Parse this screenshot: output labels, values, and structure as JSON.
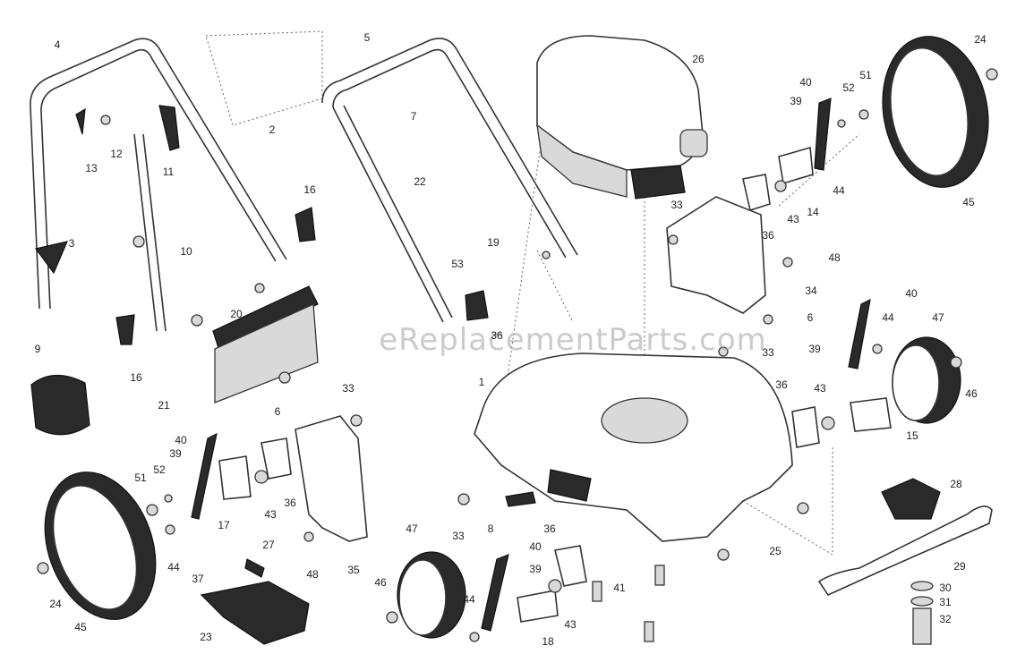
{
  "watermark": "eReplacementParts.com",
  "labels": [
    {
      "id": "l4",
      "text": "4"
    },
    {
      "id": "l2",
      "text": "2"
    },
    {
      "id": "l13",
      "text": "13"
    },
    {
      "id": "l12",
      "text": "12"
    },
    {
      "id": "l11",
      "text": "11"
    },
    {
      "id": "l10",
      "text": "10"
    },
    {
      "id": "l3",
      "text": "3"
    },
    {
      "id": "l16a",
      "text": "16"
    },
    {
      "id": "l16b",
      "text": "16"
    },
    {
      "id": "l20",
      "text": "20"
    },
    {
      "id": "l9",
      "text": "9"
    },
    {
      "id": "l21",
      "text": "21"
    },
    {
      "id": "l6a",
      "text": "6"
    },
    {
      "id": "l5",
      "text": "5"
    },
    {
      "id": "l7",
      "text": "7"
    },
    {
      "id": "l22",
      "text": "22"
    },
    {
      "id": "l19",
      "text": "19"
    },
    {
      "id": "l53",
      "text": "53"
    },
    {
      "id": "l36a",
      "text": "36"
    },
    {
      "id": "l26",
      "text": "26"
    },
    {
      "id": "l24a",
      "text": "24"
    },
    {
      "id": "l40a",
      "text": "40"
    },
    {
      "id": "l51a",
      "text": "51"
    },
    {
      "id": "l52a",
      "text": "52"
    },
    {
      "id": "l39a",
      "text": "39"
    },
    {
      "id": "l45a",
      "text": "45"
    },
    {
      "id": "l44a",
      "text": "44"
    },
    {
      "id": "l14",
      "text": "14"
    },
    {
      "id": "l43a",
      "text": "43"
    },
    {
      "id": "l33a",
      "text": "33"
    },
    {
      "id": "l36b",
      "text": "36"
    },
    {
      "id": "l48a",
      "text": "48"
    },
    {
      "id": "l34",
      "text": "34"
    },
    {
      "id": "l6b",
      "text": "6"
    },
    {
      "id": "l40b",
      "text": "40"
    },
    {
      "id": "l44b",
      "text": "44"
    },
    {
      "id": "l47a",
      "text": "47"
    },
    {
      "id": "l39b",
      "text": "39"
    },
    {
      "id": "l33b",
      "text": "33"
    },
    {
      "id": "l36c",
      "text": "36"
    },
    {
      "id": "l43b",
      "text": "43"
    },
    {
      "id": "l46a",
      "text": "46"
    },
    {
      "id": "l15",
      "text": "15"
    },
    {
      "id": "l1",
      "text": "1"
    },
    {
      "id": "l33c",
      "text": "33"
    },
    {
      "id": "l40c",
      "text": "40"
    },
    {
      "id": "l39c",
      "text": "39"
    },
    {
      "id": "l51b",
      "text": "51"
    },
    {
      "id": "l52b",
      "text": "52"
    },
    {
      "id": "l17",
      "text": "17"
    },
    {
      "id": "l43c",
      "text": "43"
    },
    {
      "id": "l36d",
      "text": "36"
    },
    {
      "id": "l44c",
      "text": "44"
    },
    {
      "id": "l24b",
      "text": "24"
    },
    {
      "id": "l45b",
      "text": "45"
    },
    {
      "id": "l37",
      "text": "37"
    },
    {
      "id": "l27",
      "text": "27"
    },
    {
      "id": "l48b",
      "text": "48"
    },
    {
      "id": "l35",
      "text": "35"
    },
    {
      "id": "l23",
      "text": "23"
    },
    {
      "id": "l33d",
      "text": "33"
    },
    {
      "id": "l8",
      "text": "8"
    },
    {
      "id": "l47b",
      "text": "47"
    },
    {
      "id": "l46b",
      "text": "46"
    },
    {
      "id": "l36e",
      "text": "36"
    },
    {
      "id": "l40d",
      "text": "40"
    },
    {
      "id": "l39d",
      "text": "39"
    },
    {
      "id": "l44d",
      "text": "44"
    },
    {
      "id": "l43d",
      "text": "43"
    },
    {
      "id": "l18",
      "text": "18"
    },
    {
      "id": "l41",
      "text": "41"
    },
    {
      "id": "l25",
      "text": "25"
    },
    {
      "id": "l28",
      "text": "28"
    },
    {
      "id": "l29",
      "text": "29"
    },
    {
      "id": "l30",
      "text": "30"
    },
    {
      "id": "l31",
      "text": "31"
    },
    {
      "id": "l32",
      "text": "32"
    }
  ]
}
